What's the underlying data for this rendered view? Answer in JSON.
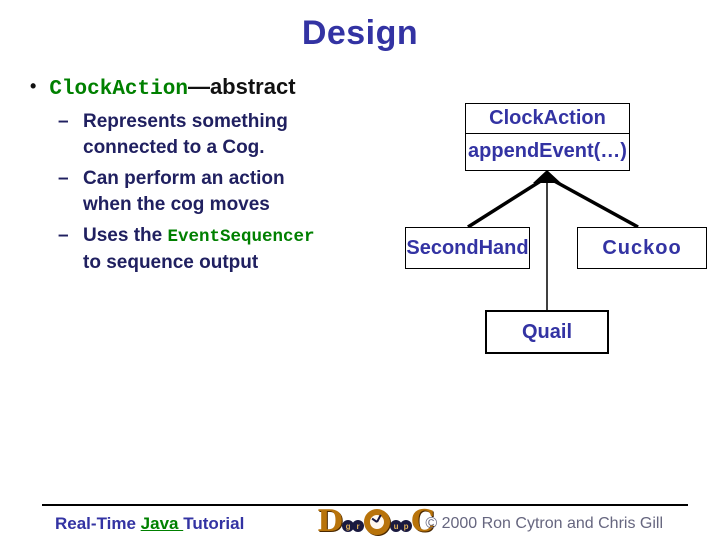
{
  "slide": {
    "title": "Design",
    "bullet": {
      "marker": "•",
      "code": "ClockAction",
      "rest": "—abstract"
    },
    "sub_bullets": {
      "dash": "–",
      "b1": {
        "line1": "Represents something",
        "line2": "connected to a Cog."
      },
      "b2": {
        "line1": "Can perform an action",
        "line2": "when the cog moves"
      },
      "b3": {
        "prefix": "Uses the ",
        "code": "EventSequencer",
        "line2": "to sequence output"
      }
    }
  },
  "diagram": {
    "parent": {
      "name": "ClockAction",
      "method": "appendEvent(…)"
    },
    "child_left": "SecondHand",
    "child_right": "Cuckoo",
    "grandchild": "Quail"
  },
  "footer": {
    "left_pre": "Real-Time ",
    "left_link": "Java ",
    "left_post": "Tutorial",
    "copyright": "© 2000 Ron Cytron and Chris Gill",
    "logo": {
      "big_d": "D",
      "small_g": "g",
      "small_r": "r",
      "small_u": "u",
      "small_p": "p",
      "big_c": "C"
    }
  },
  "colors": {
    "title_blue": "#3333a3",
    "body_navy": "#202060",
    "code_green": "#008000",
    "box_border": "#000000",
    "footer_gray": "#66667f",
    "logo_gold": "#b8730a",
    "logo_navy": "#1a1a40"
  }
}
